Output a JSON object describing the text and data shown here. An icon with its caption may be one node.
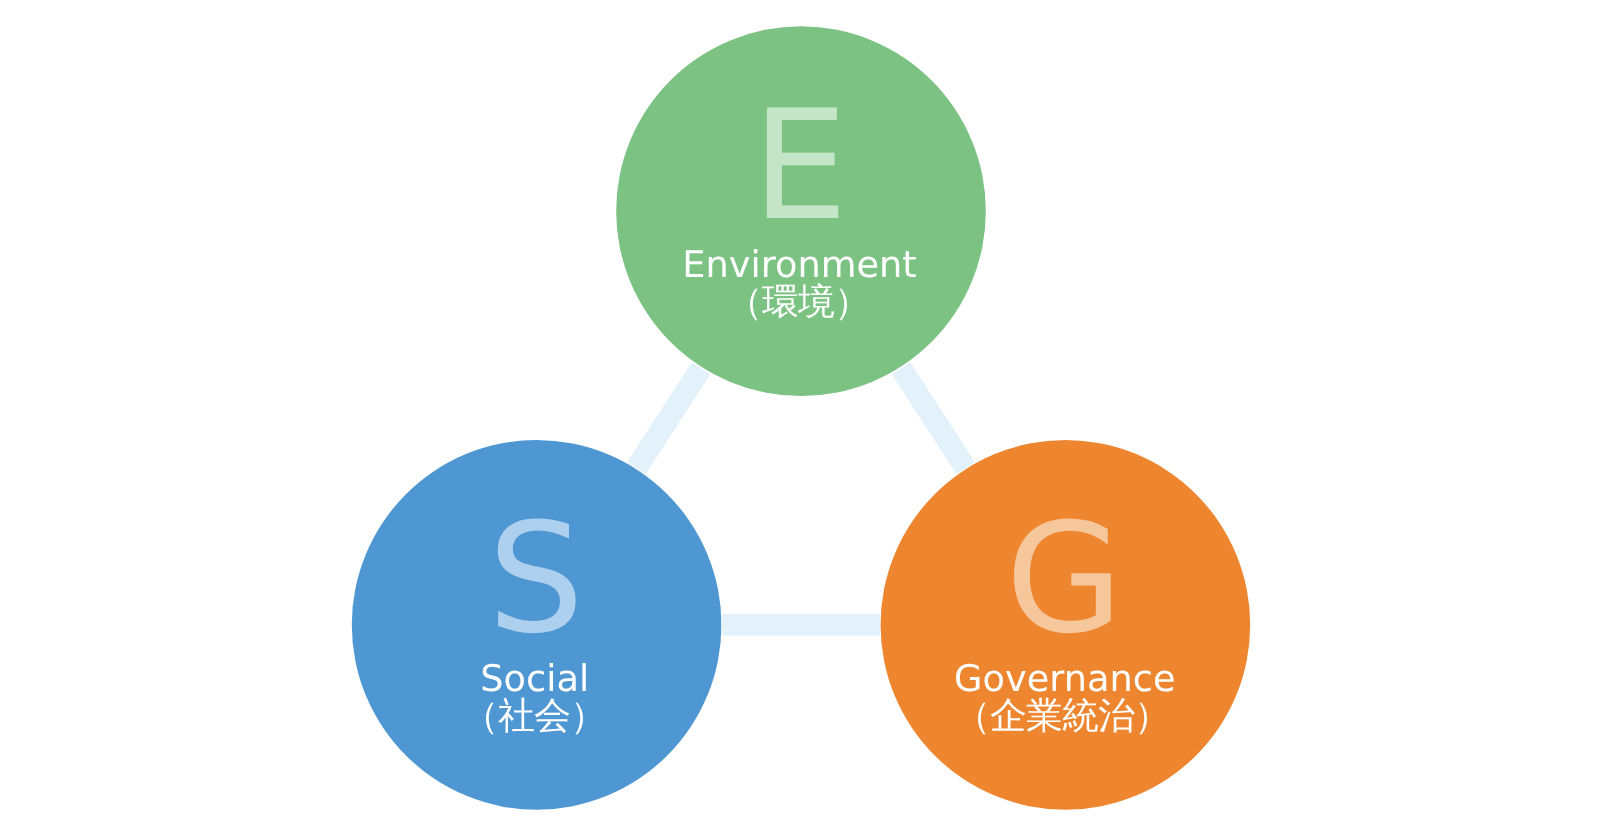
{
  "diagram": {
    "nodes": [
      {
        "text": [
          "E",
          "Environment （環境）"
        ]
      },
      {
        "text": [
          "S",
          "Social （社会）"
        ]
      },
      {
        "text": [
          "G",
          "Governance （企業統治）"
        ]
      }
    ],
    "edges": [
      {
        "from": 0,
        "to": 1,
        "arrow": "none"
      },
      {
        "from": 0,
        "to": 2,
        "arrow": "none"
      },
      {
        "from": 1,
        "to": 2,
        "arrow": "none"
      }
    ]
  }
}
